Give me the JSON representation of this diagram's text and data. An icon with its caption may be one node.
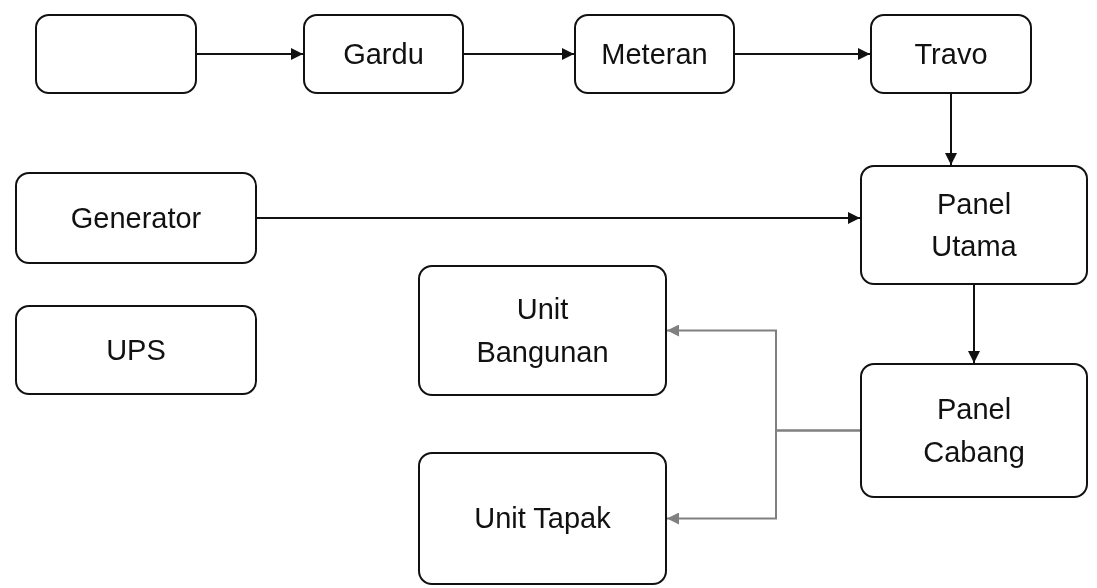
{
  "diagram": {
    "nodes": [
      {
        "text": [],
        "shape": "box"
      },
      {
        "text": [
          "Gardu"
        ]
      },
      {
        "text": [
          "Meteran"
        ]
      },
      {
        "text": [
          "Travo"
        ]
      },
      {
        "text": [
          "Generator"
        ]
      },
      {
        "text": [
          "Panel Utama"
        ]
      },
      {
        "text": [
          "UPS"
        ]
      },
      {
        "text": [
          "Unit Bangunan"
        ]
      },
      {
        "text": [
          "Panel Cabang"
        ]
      },
      {
        "text": [
          "Unit Tapak"
        ]
      }
    ],
    "edges": [
      {
        "from": 0,
        "to": 1,
        "arrow": "to"
      },
      {
        "from": 1,
        "to": 2,
        "arrow": "to"
      },
      {
        "from": 2,
        "to": 3,
        "arrow": "to"
      },
      {
        "from": 3,
        "to": 5,
        "arrow": "to"
      },
      {
        "from": 4,
        "to": 5,
        "arrow": "to"
      },
      {
        "from": 5,
        "to": 8,
        "arrow": "to"
      },
      {
        "from": 8,
        "to": 7,
        "arrow": "to",
        "color": "#808080"
      },
      {
        "from": 8,
        "to": 9,
        "arrow": "to",
        "color": "#808080"
      }
    ]
  }
}
